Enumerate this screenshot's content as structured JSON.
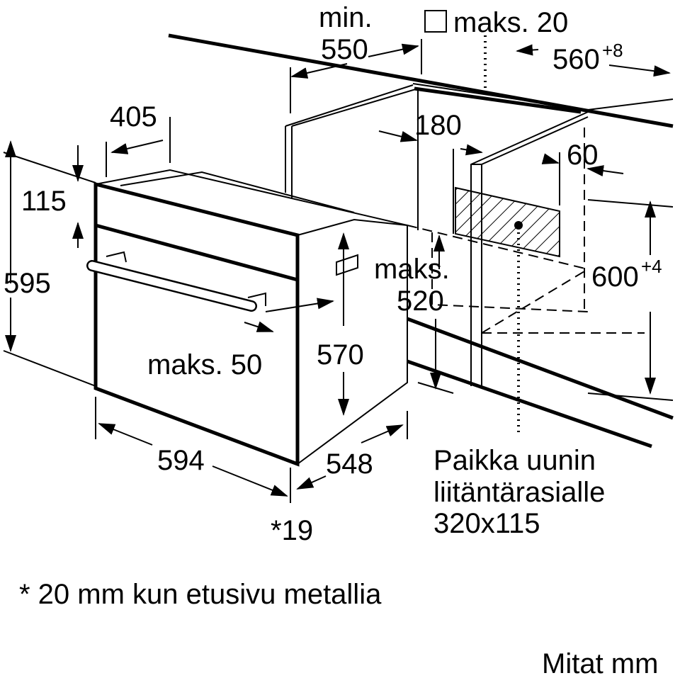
{
  "labels": {
    "min": "min.",
    "d550": "550",
    "maks20": "maks. 20",
    "d560": "560",
    "d560_tol": "+8",
    "d405": "405",
    "d180": "180",
    "d60": "60",
    "d115": "115",
    "d595": "595",
    "maks": "maks.",
    "d520": "520",
    "d600": "600",
    "d600_tol": "+4",
    "maks50": "maks. 50",
    "d570": "570",
    "d594": "594",
    "d548": "548",
    "star19": "*19",
    "socket_line1": "Paikka uunin",
    "socket_line2": "liitäntärasialle",
    "socket_line3": "320x115"
  },
  "footnote": "* 20 mm kun etusivu metallia",
  "units": "Mitat mm"
}
